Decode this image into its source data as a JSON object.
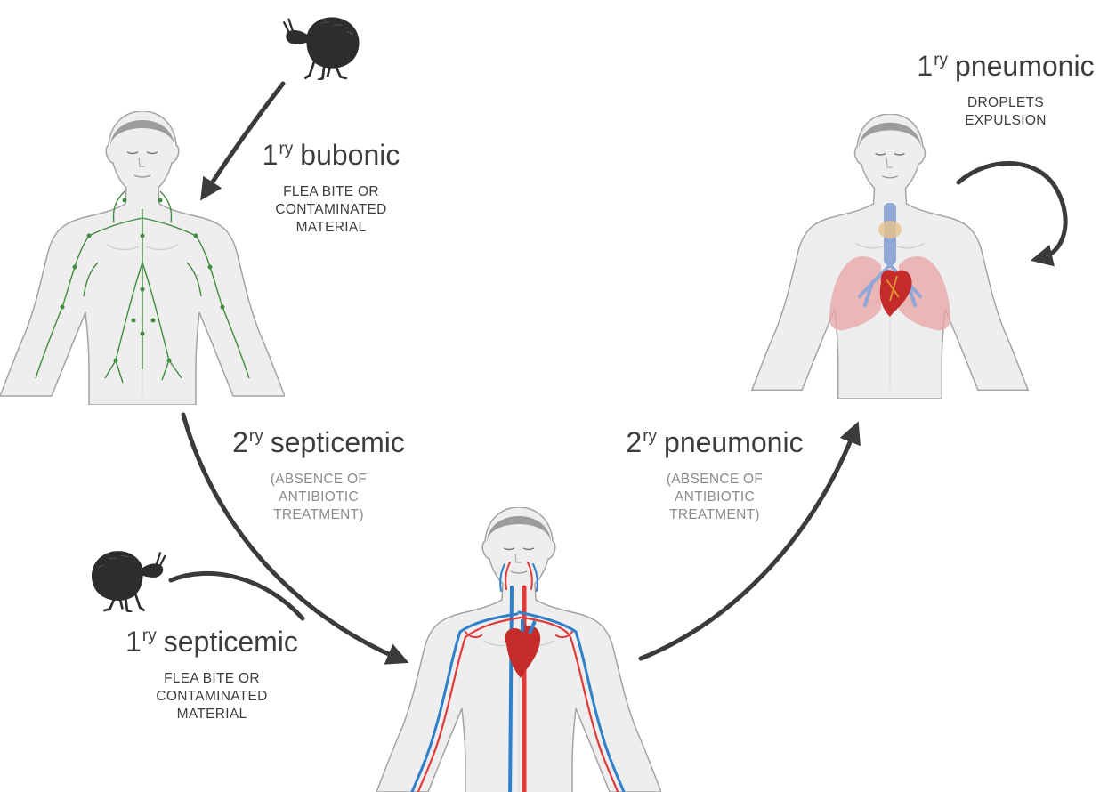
{
  "colors": {
    "arrow": "#3b3b3b",
    "skin": "#eeeeee",
    "skin_outline": "#9a9a9a",
    "lymph": "#3f8d3f",
    "artery": "#e23a3a",
    "vein": "#2f7fc9",
    "lung": "#e8a3a3",
    "trachea": "#8fa8d8",
    "heart": "#c52b2b",
    "flea": "#2d2d2d",
    "grey_note": "#8c8c8c"
  },
  "labels": {
    "primary_bubonic": {
      "base": "1",
      "sup": "ry",
      "rest": "bubonic",
      "note": [
        "FLEA BITE OR",
        "CONTAMINATED",
        "MATERIAL"
      ]
    },
    "primary_pneumonic": {
      "base": "1",
      "sup": "ry",
      "rest": "pneumonic",
      "note": [
        "DROPLETS",
        "EXPULSION"
      ]
    },
    "secondary_septicemic": {
      "base": "2",
      "sup": "ry",
      "rest": "septicemic",
      "note": [
        "(ABSENCE OF",
        "ANTIBIOTIC",
        "TREATMENT)"
      ]
    },
    "secondary_pneumonic": {
      "base": "2",
      "sup": "ry",
      "rest": "pneumonic",
      "note": [
        "(ABSENCE OF",
        "ANTIBIOTIC",
        "TREATMENT)"
      ]
    },
    "primary_septicemic": {
      "base": "1",
      "sup": "ry",
      "rest": "septicemic",
      "note": [
        "FLEA BITE OR",
        "CONTAMINATED",
        "MATERIAL"
      ]
    }
  },
  "figures": {
    "bubonic": {
      "organ_system": "lymphatic-system"
    },
    "pneumonic": {
      "organ_system": "respiratory-system"
    },
    "septicemic": {
      "organ_system": "circulatory-system"
    }
  },
  "icons": [
    "flea-icon",
    "flea-icon"
  ]
}
